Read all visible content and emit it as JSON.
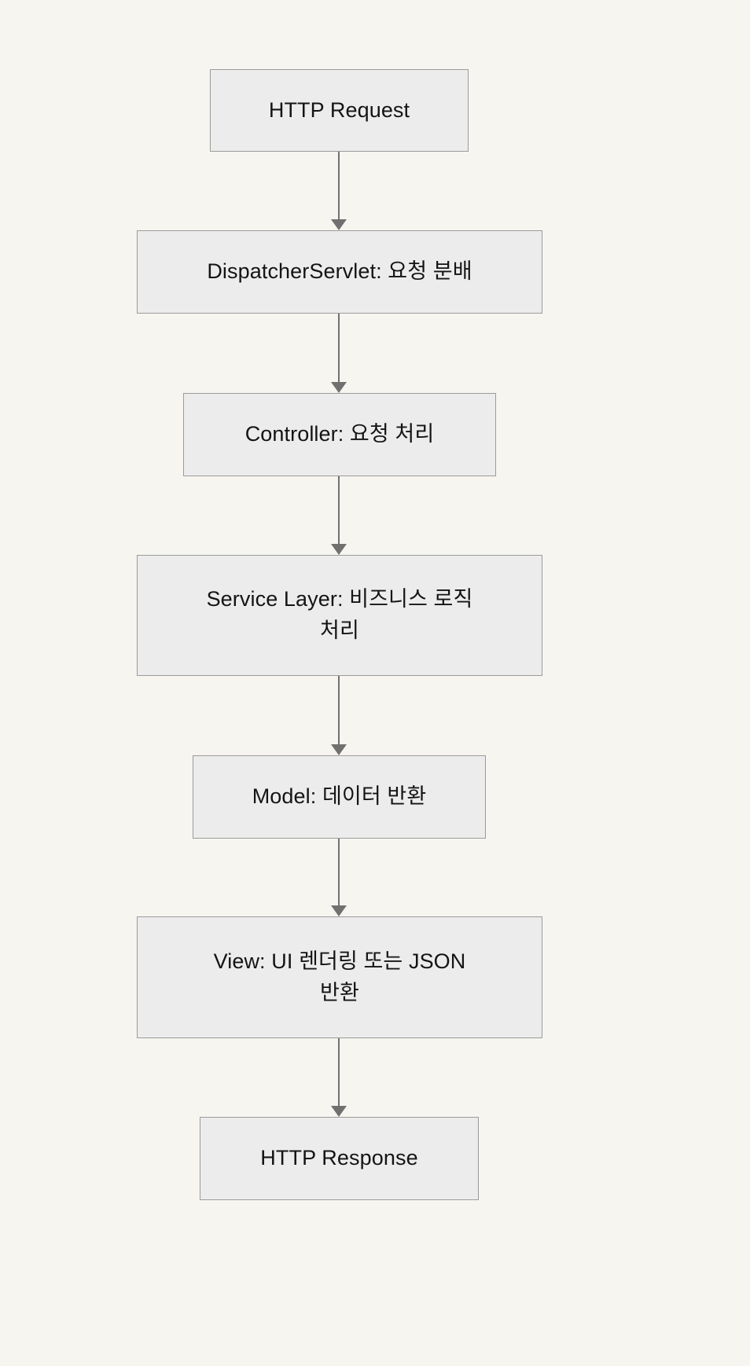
{
  "diagram": {
    "type": "flowchart",
    "direction": "top-to-bottom",
    "background_color": "#f7f5f0",
    "node_fill_color": "#ececec",
    "node_border_color": "#9b9b9b",
    "edge_color": "#707070",
    "text_color": "#141414",
    "nodes": [
      {
        "id": "http-request",
        "label": "HTTP Request"
      },
      {
        "id": "dispatcher-servlet",
        "label": "DispatcherServlet: 요청 분배"
      },
      {
        "id": "controller",
        "label": "Controller: 요청 처리"
      },
      {
        "id": "service-layer",
        "label": "Service Layer: 비즈니스 로직\n처리"
      },
      {
        "id": "model",
        "label": "Model: 데이터 반환"
      },
      {
        "id": "view",
        "label": "View: UI 렌더링 또는 JSON\n반환"
      },
      {
        "id": "http-response",
        "label": "HTTP Response"
      }
    ],
    "edges": [
      {
        "from": "http-request",
        "to": "dispatcher-servlet",
        "label": ""
      },
      {
        "from": "dispatcher-servlet",
        "to": "controller",
        "label": ""
      },
      {
        "from": "controller",
        "to": "service-layer",
        "label": ""
      },
      {
        "from": "service-layer",
        "to": "model",
        "label": ""
      },
      {
        "from": "model",
        "to": "view",
        "label": ""
      },
      {
        "from": "view",
        "to": "http-response",
        "label": ""
      }
    ]
  }
}
